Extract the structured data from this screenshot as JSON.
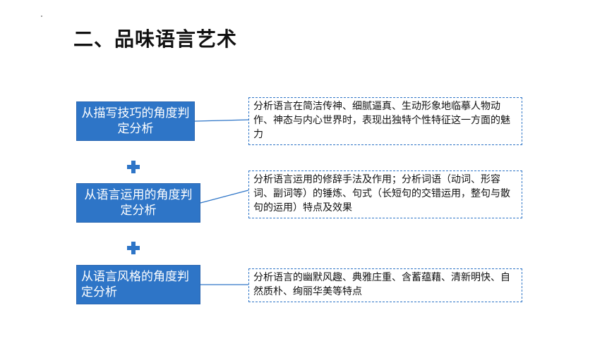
{
  "slide": {
    "title": "二、品味语言艺术",
    "rows": [
      {
        "label": "从描写技巧的角度判定分析",
        "description": "分析语言在简洁传神、细腻逼真、生动形象地临摹人物动作、神态与内心世界时，表现出独特个性特征这一方面的魅力"
      },
      {
        "label": "从语言运用的角度判定分析",
        "description": "分析语言运用的修辞手法及作用；分析词语（动词、形容词、副词等）的锤炼、句式（长短句的交错运用，整句与散句的运用）特点及效果"
      },
      {
        "label": "从语言风格的角度判定分析",
        "description": "分析语言的幽默风趣、典雅庄重、含蓄蕴藉、清新明快、自然质朴、绚丽华美等特点"
      }
    ],
    "colors": {
      "accent": "#2e75c7",
      "box_text": "#ffffff",
      "body_text": "#111111"
    },
    "icons": [
      "plus-icon",
      "plus-icon"
    ]
  }
}
